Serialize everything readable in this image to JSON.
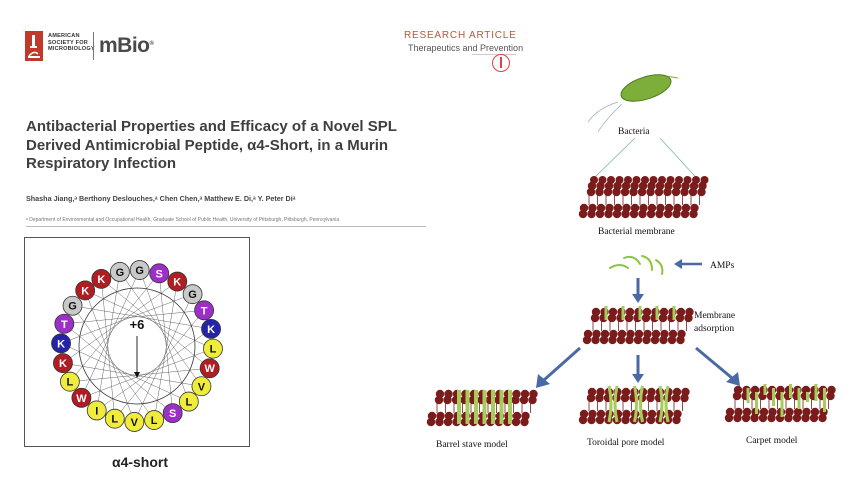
{
  "journal": {
    "society_lines": [
      "AMERICAN",
      "SOCIETY FOR",
      "MICROBIOLOGY"
    ],
    "name": "mBio",
    "article_type": "RESEARCH ARTICLE",
    "section": "Therapeutics and Prevention"
  },
  "article": {
    "title_lines": [
      "Antibacterial Properties and Efficacy of a Novel SPL",
      "Derived Antimicrobial Peptide, α4-Short, in a Murin",
      "Respiratory Infection"
    ],
    "authors": "Shasha Jiang,ᵃ Berthony Deslouches,ᵃ Chen Chen,ᵃ Matthew E. Di,ᵃ Y. Peter Diᵃ",
    "affiliation": "ᵃ Department of Environmental and Occupational Health, Graduate School of Public Health, University of Pittsburgh, Pittsburgh, Pennsylvania"
  },
  "helical_wheel": {
    "net_charge": "+6",
    "caption": "α4-short",
    "residues": [
      {
        "aa": "K",
        "color": "#b01e23"
      },
      {
        "aa": "G",
        "color": "#c9c9c9"
      },
      {
        "aa": "G",
        "color": "#c9c9c9"
      },
      {
        "aa": "S",
        "color": "#9b2fc7"
      },
      {
        "aa": "K",
        "color": "#b01e23"
      },
      {
        "aa": "G",
        "color": "#c9c9c9"
      },
      {
        "aa": "T",
        "color": "#9b2fc7"
      },
      {
        "aa": "K",
        "color": "#2424a8"
      },
      {
        "aa": "L",
        "color": "#f0ec3c"
      },
      {
        "aa": "W",
        "color": "#b01e23"
      },
      {
        "aa": "V",
        "color": "#f0ec3c"
      },
      {
        "aa": "L",
        "color": "#f0ec3c"
      },
      {
        "aa": "S",
        "color": "#9b2fc7"
      },
      {
        "aa": "L",
        "color": "#f0ec3c"
      },
      {
        "aa": "V",
        "color": "#f0ec3c"
      },
      {
        "aa": "L",
        "color": "#f0ec3c"
      },
      {
        "aa": "I",
        "color": "#f0ec3c"
      },
      {
        "aa": "W",
        "color": "#b01e23"
      },
      {
        "aa": "L",
        "color": "#f0ec3c"
      },
      {
        "aa": "K",
        "color": "#b01e23"
      },
      {
        "aa": "K",
        "color": "#2424a8"
      },
      {
        "aa": "T",
        "color": "#9b2fc7"
      },
      {
        "aa": "G",
        "color": "#c9c9c9"
      },
      {
        "aa": "K",
        "color": "#b01e23"
      }
    ]
  },
  "mechanism": {
    "bacteria_label": "Bacteria",
    "membrane_label": "Bacterial membrane",
    "amps_label": "AMPs",
    "adsorption_label_lines": [
      "Membrane",
      "adsorption"
    ],
    "models": [
      "Barrel stave model",
      "Toroidal pore model",
      "Carpet model"
    ],
    "colors": {
      "lipid": "#7a1c1c",
      "peptide": "#a8cc5c",
      "arrow": "#4a6aa5",
      "bacterium": "#7dae3a"
    }
  }
}
